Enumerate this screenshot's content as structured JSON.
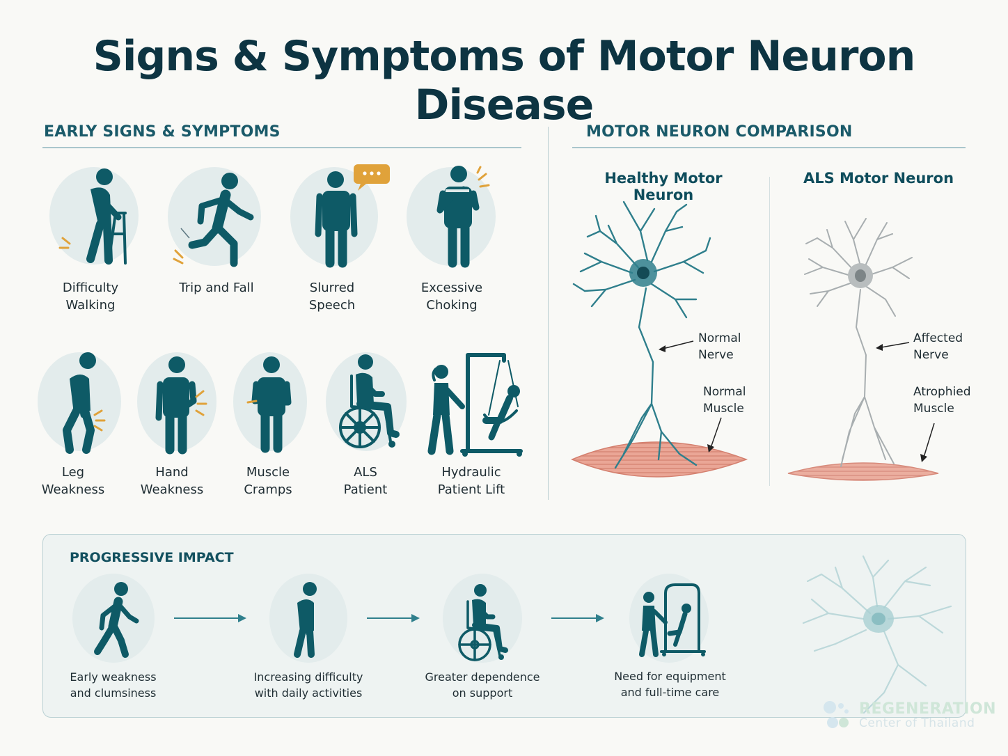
{
  "title": "Signs & Symptoms of Motor Neuron Disease",
  "early": {
    "heading": "EARLY SIGNS & SYMPTOMS",
    "items": [
      {
        "label": "Difficulty\nWalking",
        "icon": "walker-person-icon"
      },
      {
        "label": "Trip and Fall",
        "icon": "falling-person-icon"
      },
      {
        "label": "Slurred\nSpeech",
        "icon": "speech-bubble-person-icon"
      },
      {
        "label": "Excessive\nChoking",
        "icon": "choking-person-icon"
      },
      {
        "label": "Leg\nWeakness",
        "icon": "bent-person-icon"
      },
      {
        "label": "Hand\nWeakness",
        "icon": "hand-pain-person-icon"
      },
      {
        "label": "Muscle\nCramps",
        "icon": "cramp-person-icon"
      },
      {
        "label": "ALS\nPatient",
        "icon": "wheelchair-icon"
      },
      {
        "label": "Hydraulic\nPatient Lift",
        "icon": "patient-lift-icon"
      }
    ]
  },
  "comparison": {
    "heading": "MOTOR NEURON COMPARISON",
    "healthy": {
      "title": "Healthy Motor Neuron",
      "nerve_label": "Normal\nNerve",
      "muscle_label": "Normal\nMuscle",
      "color": "#2f7f8c"
    },
    "als": {
      "title": "ALS Motor Neuron",
      "nerve_label": "Affected\nNerve",
      "muscle_label": "Atrophied\nMuscle",
      "color": "#a8aeb0"
    }
  },
  "progressive": {
    "heading": "PROGRESSIVE IMPACT",
    "steps": [
      {
        "label": "Early weakness\nand clumsiness",
        "icon": "walking-person-icon"
      },
      {
        "label": "Increasing difficulty\nwith daily activities",
        "icon": "slumped-person-icon"
      },
      {
        "label": "Greater dependence\non support",
        "icon": "wheelchair-icon"
      },
      {
        "label": "Need for equipment\nand full-time care",
        "icon": "patient-lift-icon"
      }
    ]
  },
  "logo": {
    "line1": "REGENERATION",
    "line2": "Center of Thailand"
  },
  "colors": {
    "primary": "#0e5a66",
    "accent": "#e0a23a",
    "disc": "#e3ecec",
    "muscle": "#e39a8a"
  }
}
